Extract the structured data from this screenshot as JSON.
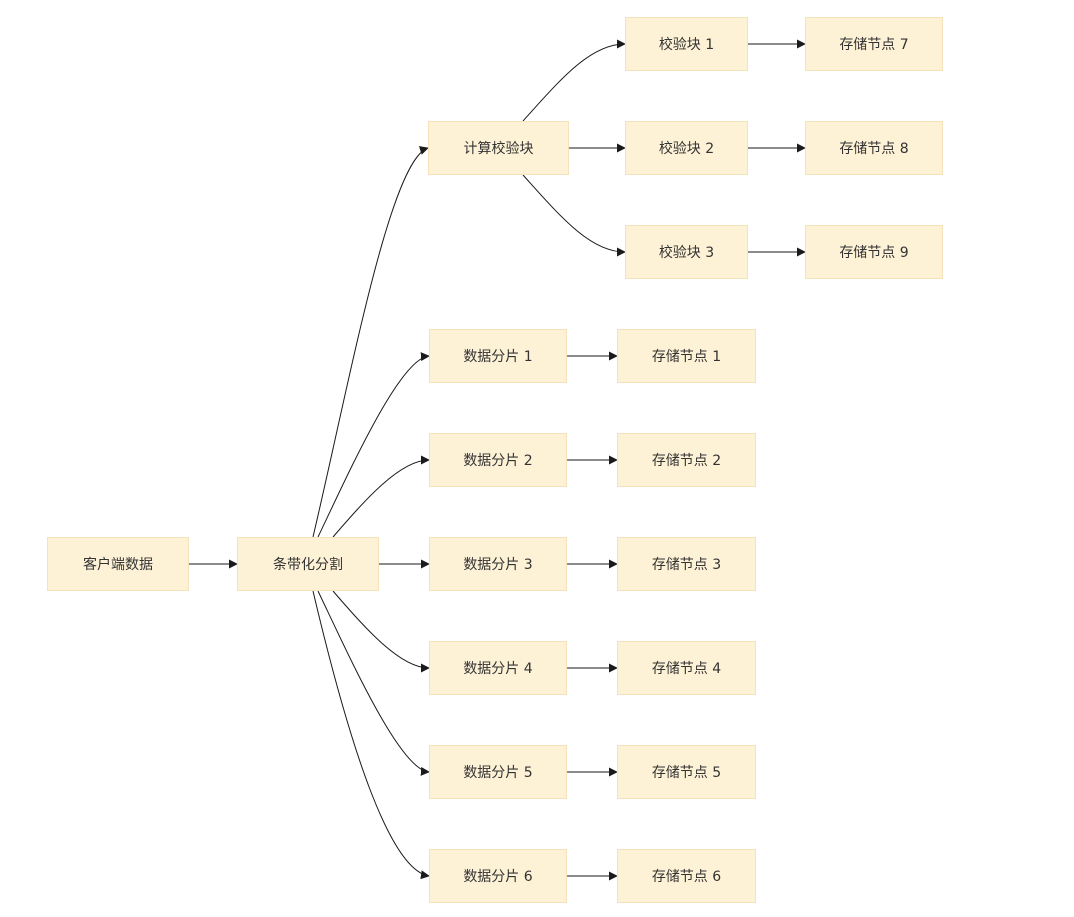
{
  "nodes": {
    "client": "客户端数据",
    "stripe": "条带化分割",
    "parity_calc": "计算校验块",
    "parity1": "校验块 1",
    "parity2": "校验块 2",
    "parity3": "校验块 3",
    "shard1": "数据分片 1",
    "shard2": "数据分片 2",
    "shard3": "数据分片 3",
    "shard4": "数据分片 4",
    "shard5": "数据分片 5",
    "shard6": "数据分片 6",
    "store1": "存储节点 1",
    "store2": "存储节点 2",
    "store3": "存储节点 3",
    "store4": "存储节点 4",
    "store5": "存储节点 5",
    "store6": "存储节点 6",
    "store7": "存储节点 7",
    "store8": "存储节点 8",
    "store9": "存储节点 9"
  },
  "colors": {
    "node_fill": "#fdf1d6",
    "node_border": "#f3e2ba",
    "edge": "#1a1a1a",
    "text": "#333333"
  }
}
